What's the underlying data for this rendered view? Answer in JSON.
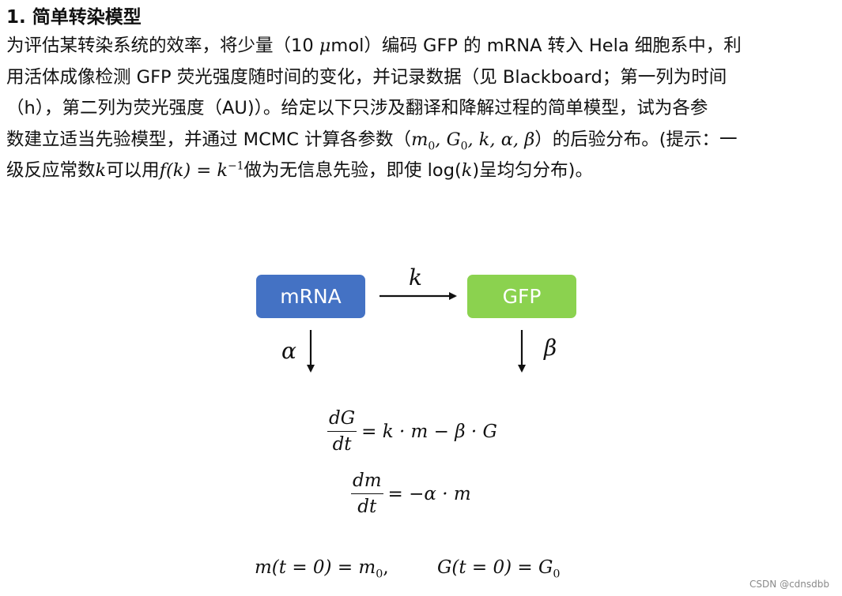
{
  "heading": "1. 简单转染模型",
  "paragraph": {
    "l1_a": "为评估某转染系统的效率，将少量（10 ",
    "l1_mu": "μ",
    "l1_b": "mol）编码 GFP 的 mRNA 转入 Hela 细胞系中，利",
    "l2": "用活体成像检测 GFP 荧光强度随时间的变化，并记录数据（见 Blackboard；第一列为时间",
    "l3": "（h），第二列为荧光强度（AU)）。给定以下只涉及翻译和降解过程的简单模型，试为各参",
    "l4_a": "数建立适当先验模型，并通过 MCMC 计算各参数（",
    "l4_m": "m",
    "l4_m_sub": "0",
    "l4_sep1": ", ",
    "l4_g": "G",
    "l4_g_sub": "0",
    "l4_rest": ", k, α, β",
    "l4_b": "）的后验分布。(提示：一",
    "l5_a": "级反应常数",
    "l5_k": "k",
    "l5_b": "可以用",
    "l5_f": "f",
    "l5_fk": "(k) = k",
    "l5_sup": "−1",
    "l5_c": "做为无信息先验，即使 log(",
    "l5_k2": "k",
    "l5_d": ")呈均匀分布)。"
  },
  "diagram": {
    "mrna_label": "mRNA",
    "gfp_label": "GFP",
    "k_label": "k",
    "alpha_label": "α",
    "beta_label": "β",
    "colors": {
      "mrna_box": "#4472c4",
      "gfp_box": "#8bd24f"
    }
  },
  "equations": {
    "eq1_num": "dG",
    "eq1_den": "dt",
    "eq1_rhs": "= k · m − β · G",
    "eq2_num": "dm",
    "eq2_den": "dt",
    "eq2_rhs": "= −α · m",
    "ic1": "m(t = 0) = m",
    "ic1_sub": "0",
    "ic1_tail": ",",
    "ic2": "G(t = 0) = G",
    "ic2_sub": "0"
  },
  "watermark": "CSDN @cdnsdbb"
}
